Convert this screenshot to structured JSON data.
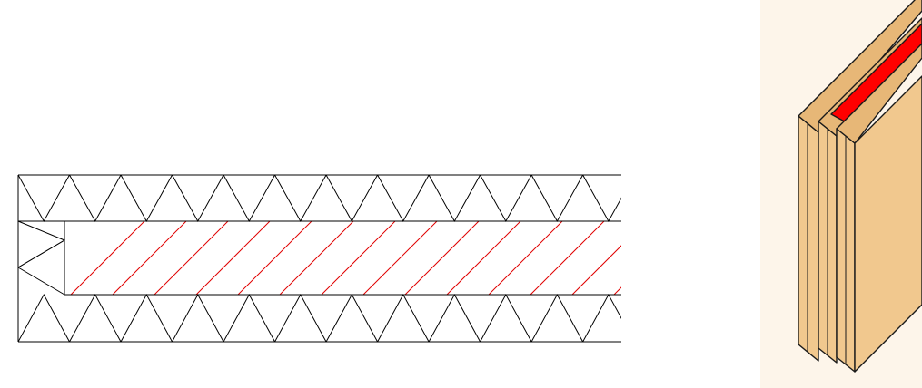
{
  "colors": {
    "background": "#ffffff",
    "line": "#000000",
    "core_hatch": "#e00000",
    "preview_background": "#fdf5ea",
    "wood_face": "#f1c88e",
    "wood_edge": "#e7b777",
    "core_fill": "#ff0000",
    "outline": "#1a1a1a"
  },
  "section": {
    "layers": [
      "insulation-top",
      "core",
      "insulation-bottom"
    ],
    "pattern_insulation": "zigzag-triangles",
    "pattern_core": "diagonal-hatch",
    "zigzag_count": 12,
    "hatch_count": 15
  },
  "preview": {
    "icon": "wall-layer-3d-preview",
    "layers": [
      "panel-outer-left",
      "panel-inner-left",
      "core",
      "panel-inner-right"
    ]
  }
}
